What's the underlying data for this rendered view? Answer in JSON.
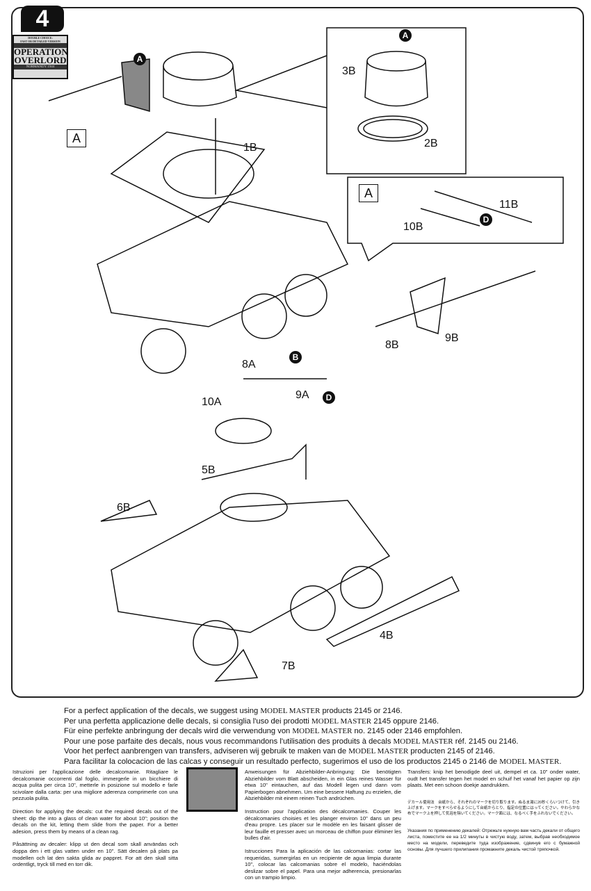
{
  "step_number": "4",
  "logo": {
    "line1": "DOUBLE CHOICE:",
    "line2": "FAST OR DETAILED VERSION",
    "title1": "OPERATION",
    "title2": "OVERLORD",
    "subtitle": "NORMANDY 1944"
  },
  "callouts": {
    "subassembly_label": "A",
    "subassembly_box": "A"
  },
  "markers": [
    "A",
    "A",
    "D",
    "B",
    "D"
  ],
  "parts": {
    "p1B": "1B",
    "p2B": "2B",
    "p3B": "3B",
    "p11B": "11B",
    "p10B": "10B",
    "p9B": "9B",
    "p8B": "8B",
    "p8A": "8A",
    "p9A": "9A",
    "p10A": "10A",
    "p5B": "5B",
    "p6B": "6B",
    "p7B": "7B",
    "p4B": "4B"
  },
  "suggestions": [
    {
      "before": "For a perfect application of the decals, we suggest using ",
      "brand": "MODEL MASTER",
      "after": " products 2145 or 2146."
    },
    {
      "before": "Per una perfetta applicazione delle decals, si consiglia  l'uso dei prodotti ",
      "brand": "MODEL MASTER",
      "after": " 2145 oppure 2146."
    },
    {
      "before": "Für eine perfekte anbringung der decals wird die verwendung von ",
      "brand": "MODEL MASTER",
      "after": " no. 2145 oder 2146 empfohlen."
    },
    {
      "before": "Pour une pose parfaite des decals, nous vous recommandons l'utilisation des produits à decals ",
      "brand": "MODEL MASTER",
      "after": " réf. 2145 ou 2146."
    },
    {
      "before": "Voor het perfect aanbrengen van transfers, adviseren wij gebruik te maken van de ",
      "brand": "MODEL MASTER",
      "after": " producten 2145 of 2146."
    },
    {
      "before": "Para facilitar la colocacion de las calcas y conseguir un resultado perfecto, sugerimos el uso de los productos 2145 o 2146 de ",
      "brand": "MODEL MASTER",
      "after": "."
    }
  ],
  "instructions": {
    "it": "Istruzioni per l'applicazione delle decalcomanie. Ritagliare le decalcomanie occorrenti dal foglio, immergerle in un bicchiere di acqua pulita per circa 10\", metterle in posizione sul modello e farle scivolare dalla carta: per una migliore aderenza comprimerle con una pezzuola pulita.",
    "en": "Direction for applying the decals: cut the required decals out of the sheet: dip the into a glass of clean water for about 10\"; position the decals on the kit, letting them slide from the paper. For a better adesion, press them by means of a clean rag.",
    "sv": "Påsättning av decaler: klipp ut den decal som skall användas och doppa den i ett glas vatten under en 10\". Sätt decalen på plats pa modellen och lat den sakta glida av pappret. For att den skall sitta ordentligt, tryck till med en torr dik.",
    "de": "Anweisungen für Abziehbilder-Anbringung: Die benötigten Abziehbilder vom Blatt abscheiden, in ein Glas reines Wasser für etwa 10\" eintauchen, auf das Modell legen und dann vom Papierbogen abnehmen. Um eine bessere Haftung zu erzielen, die Abziehbilder mit einem reinen Tuch andrüchen.",
    "fr": "Instruction pour l'application des décalcomanies. Couper les décalcomanies choisies et les planger environ 10\" dans un peu d'eau propre. Les placer sur le modèle en les faisant glisser de leur fauille et presser avec un morceau de chiffon puor éliminer les bulles d'air.",
    "es": "Istrucciones Para la aplicación de las calcomanias: cortar las requeridas, sumergirlas en un recipiente de agua limpia durante 10\", colocar las calcomanias sobre el modelo, haciéndolas deslizar sobre el papel. Para una mejor adherencia, presionarlas con un trampio limpio.",
    "nl": "Transfers: knip het benodigde deel uit, dempel et ca. 10\" onder water, oudt het transfer tegen het model en schuif het vanaf het papier op zijn plaats. Met een schoon doekje aandrukken.",
    "ja": "デカール使用法　台紙から、それぞれのマークを切り取ります。ぬるま湯に20秒くらいつけて、引き上げます。マークをすべらせるようにして台紙からとり、指定の位置にはってください。やわらかな布でマーク上を押して気泡を除いてください。マーク面には、なるべく手をふれないでください。",
    "ru": "Указания по применению декалей: Отрежьте нужную вам часть декали от общего листа, поместите ее на 1/2 минуты в чистую воду, затем, выбрав необходимое место на модели, переведите туда изображение, сдвинув его с бумажной основы. Для лучшего прилипания промакните декаль чистой тряпочкой."
  }
}
